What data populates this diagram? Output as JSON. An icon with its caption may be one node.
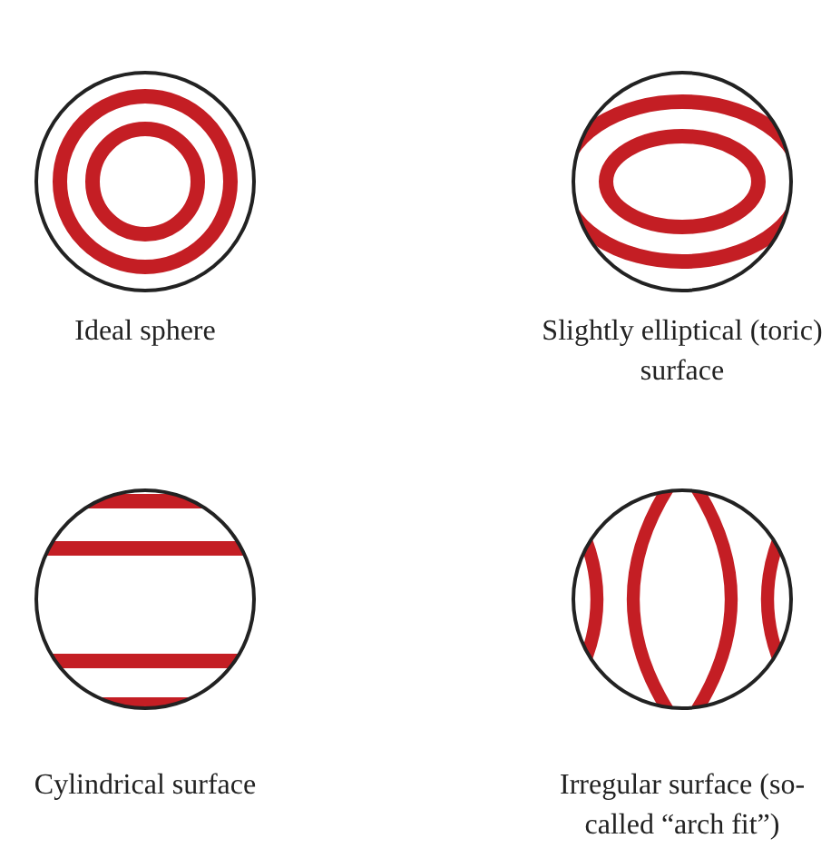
{
  "diagram": {
    "nodes": [
      {
        "text": [],
        "shape": "circle",
        "beside": [
          "Ideal sphere"
        ]
      },
      {
        "text": [],
        "shape": "circle",
        "beside": [
          "Slightly elliptical (toric) surface"
        ]
      },
      {
        "text": [],
        "shape": "circle",
        "beside": [
          "Cylindrical surface"
        ]
      },
      {
        "text": [],
        "shape": "circle",
        "beside": [
          "Irregular surface (so-called “arch fit”)"
        ]
      }
    ]
  }
}
